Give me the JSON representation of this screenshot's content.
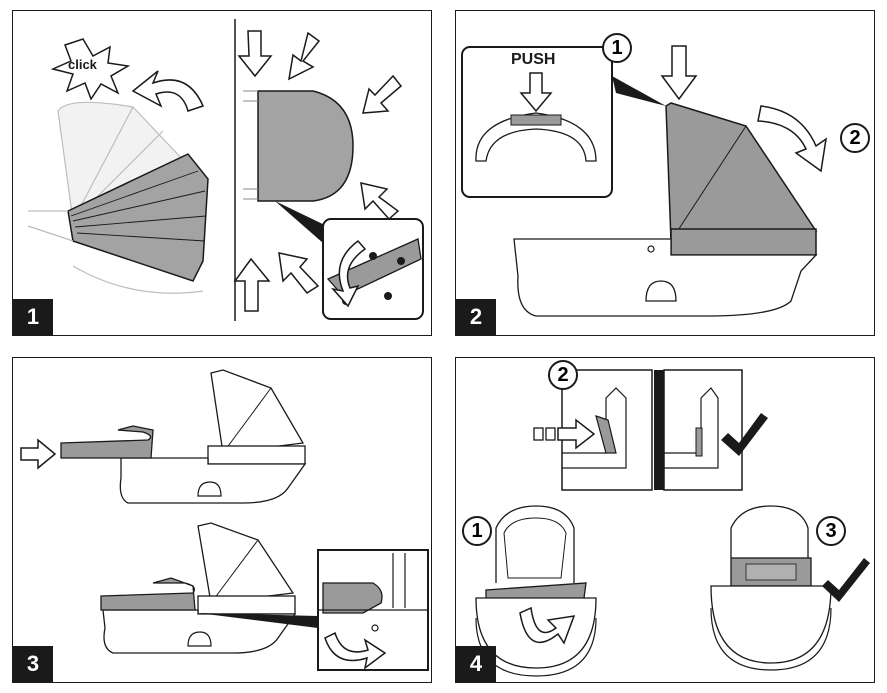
{
  "panels": [
    {
      "step": "1",
      "callouts": {
        "click": "click"
      }
    },
    {
      "step": "2",
      "callouts": {
        "push": "PUSH",
        "circle_1": "1",
        "circle_2": "2"
      }
    },
    {
      "step": "3"
    },
    {
      "step": "4",
      "callouts": {
        "circle_1": "1",
        "circle_2": "2",
        "circle_3": "3"
      }
    }
  ],
  "colors": {
    "fabric": "#9a9a9a",
    "fabric_light": "#dcdcdc",
    "line": "#1a1a1a",
    "badge": "#1a1a1a"
  }
}
